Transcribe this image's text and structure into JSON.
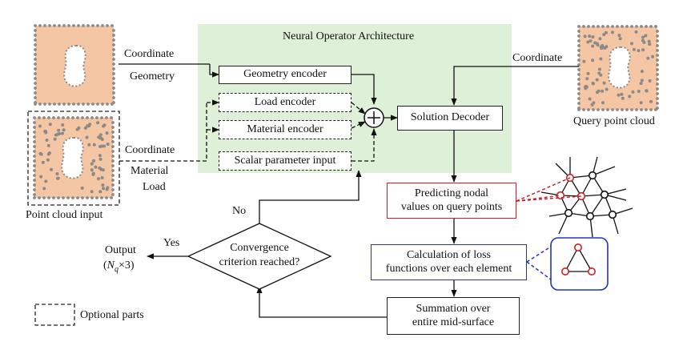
{
  "header": {
    "arch_title": "Neural Operator Architecture"
  },
  "inputs": {
    "coordinate_top": "Coordinate",
    "geometry": "Geometry",
    "coordinate_bottom": "Coordinate",
    "material": "Material",
    "load": "Load",
    "coordinate_right": "Coordinate",
    "point_cloud_input": "Point cloud input",
    "query_point_cloud": "Query point cloud"
  },
  "encoders": {
    "geometry": "Geometry encoder",
    "load": "Load encoder",
    "material": "Material encoder",
    "scalar": "Scalar parameter input"
  },
  "decoder": "Solution Decoder",
  "steps": {
    "predict_line1": "Predicting nodal",
    "predict_line2": "values on query points",
    "loss_line1": "Calculation of loss",
    "loss_line2": "functions over each element",
    "sum_line1": "Summation over",
    "sum_line2": "entire mid-surface"
  },
  "decision": {
    "line1": "Convergence",
    "line2": "criterion reached?",
    "no": "No",
    "yes": "Yes"
  },
  "output": {
    "label": "Output",
    "size_N": "N",
    "size_q": "q",
    "size_rest": "×3)",
    "size_open": "("
  },
  "legend": {
    "optional": "Optional parts"
  },
  "colors": {
    "arch_bg": "#dff0d8",
    "plate": "#f4c6a4",
    "dot": "#8a8a8a",
    "red": "#c8222a",
    "blue": "#2433b8"
  }
}
